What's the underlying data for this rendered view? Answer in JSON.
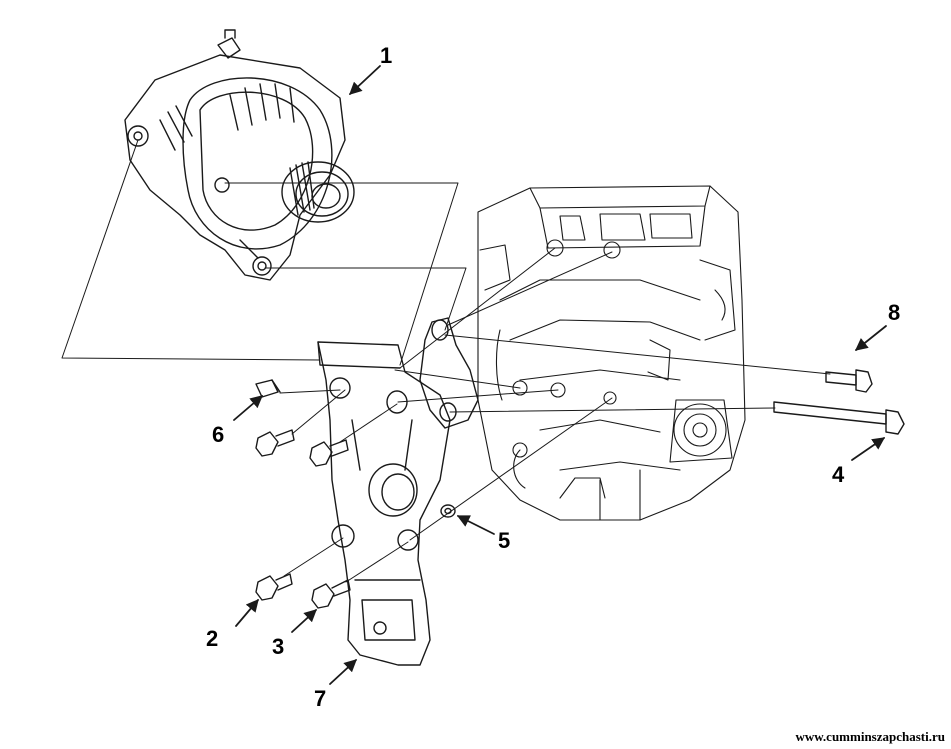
{
  "callouts": {
    "c1": "1",
    "c2": "2",
    "c3": "3",
    "c4": "4",
    "c5": "5",
    "c6": "6",
    "c7": "7",
    "c8": "8"
  },
  "watermark": "www.cumminszapchasti.ru",
  "colors": {
    "line": "#1a1a1a",
    "background": "#ffffff"
  }
}
